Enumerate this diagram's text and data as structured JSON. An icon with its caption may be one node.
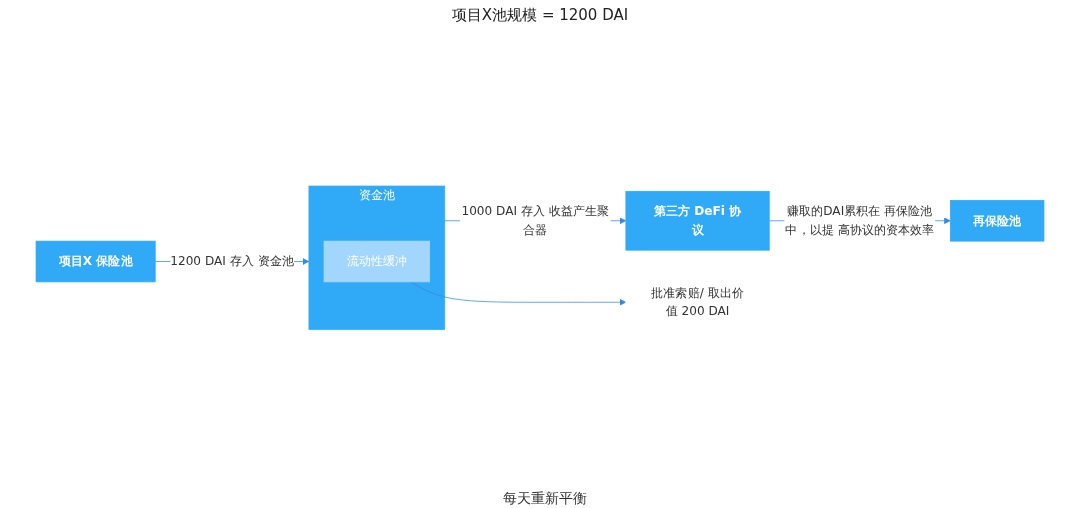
{
  "diagram": {
    "title": "项目X池规模 = 1200 DAI",
    "nodes": [
      {
        "text": [
          "项目X 保险池"
        ]
      },
      {
        "text": [
          "资金池"
        ]
      },
      {
        "text": [
          "流动性缓冲"
        ],
        "in": 1
      },
      {
        "text": [
          "第三方 DeFi 协议"
        ]
      },
      {
        "text": [
          "再保险池"
        ]
      },
      {
        "text": [
          "批准索赔/ 取出价值 200 DAI"
        ]
      }
    ],
    "edges": [
      {
        "from": 0,
        "to": 1,
        "arrow": "to",
        "label": "1200 DAI 存入 资金池"
      },
      {
        "from": 1,
        "to": 3,
        "arrow": "to",
        "label": "1000 DAI 存入 收益产生聚合器"
      },
      {
        "from": 2,
        "to": 5,
        "arrow": "to"
      },
      {
        "from": 3,
        "to": 4,
        "arrow": "to",
        "label": "赚取的DAI累积在 再保险池中，以提 高协议的资本效率"
      }
    ],
    "labels": [
      "每天重新平衡"
    ]
  }
}
